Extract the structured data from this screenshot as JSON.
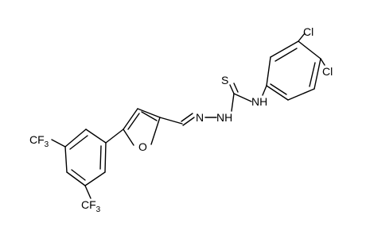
{
  "molecule": {
    "atoms": {
      "cl_top": "Cl",
      "cl_right": "Cl",
      "nh_right": "NH",
      "s_thione": "S",
      "nh_hydrazine": "NH",
      "n_imine": "N",
      "o_furan": "O",
      "cf3_left": "CF",
      "cf3_left_sub": "3",
      "cf3_bottom": "CF",
      "cf3_bottom_sub": "3"
    }
  }
}
